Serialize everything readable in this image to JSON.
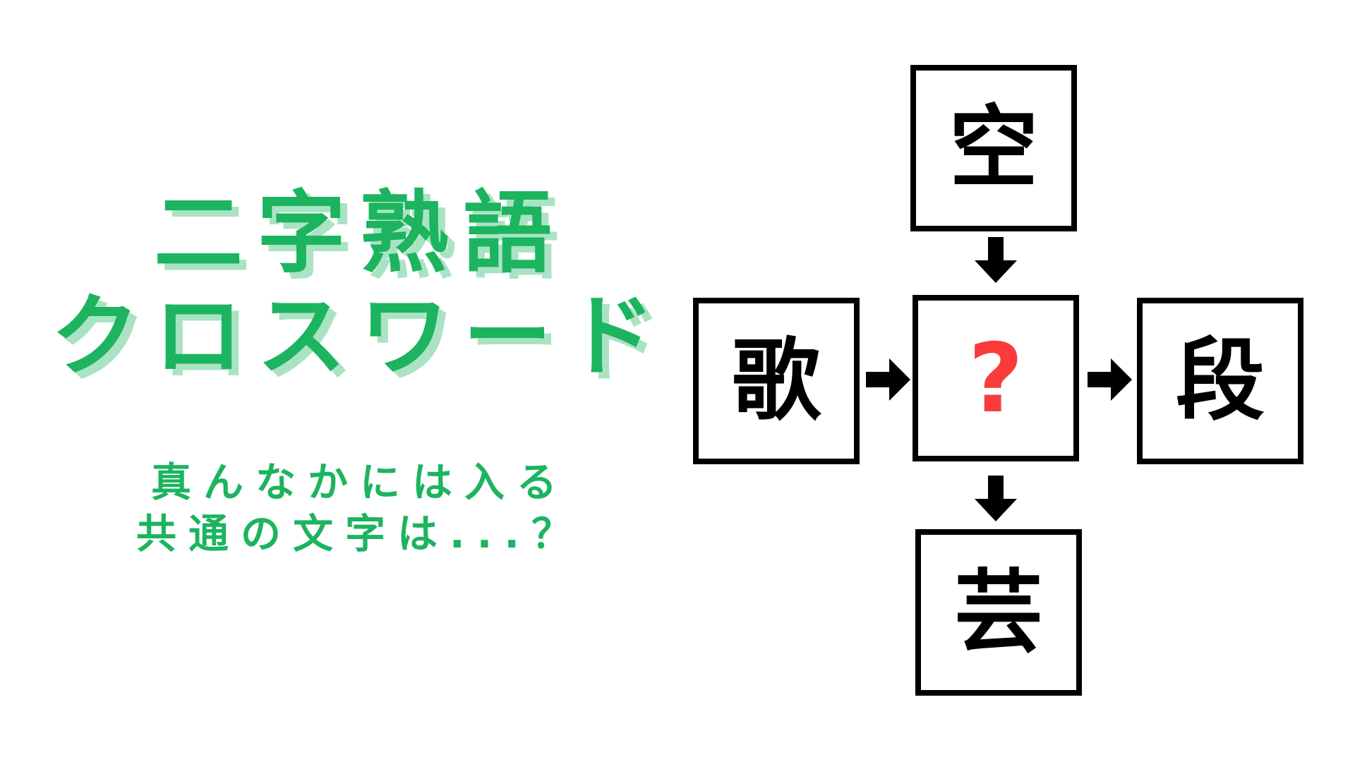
{
  "theme": {
    "background": "#ffffff",
    "green": "#1cb45f",
    "green_shadow": "#a9e3c4",
    "red": "#f93b3b",
    "black": "#000000"
  },
  "title": {
    "line1": "二字熟語",
    "line2": "クロスワード"
  },
  "subtitle": {
    "line1": "真んなかには入る",
    "line2": "共通の文字は...？"
  },
  "puzzle": {
    "top": {
      "char": "空"
    },
    "left": {
      "char": "歌"
    },
    "center": {
      "char": "?"
    },
    "right": {
      "char": "段"
    },
    "bottom": {
      "char": "芸"
    },
    "arrows": [
      {
        "name": "arrow-top-to-center",
        "direction": "down"
      },
      {
        "name": "arrow-left-to-center",
        "direction": "right"
      },
      {
        "name": "arrow-center-to-right",
        "direction": "right"
      },
      {
        "name": "arrow-center-to-bottom",
        "direction": "down"
      }
    ]
  }
}
